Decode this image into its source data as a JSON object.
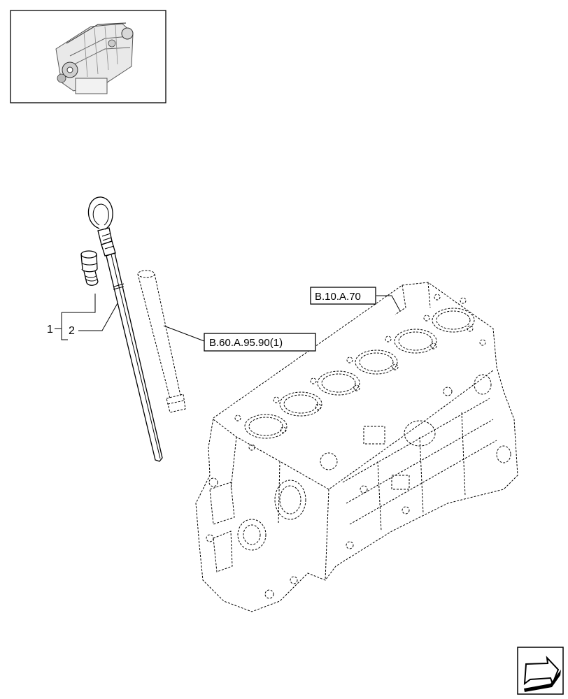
{
  "callouts": {
    "item_1": "1",
    "item_2": "2"
  },
  "references": {
    "dipstick_tube_ref": "B.60.A.95.90(1)",
    "engine_block_ref": "B.10.A.70"
  },
  "icons": {
    "thumbnail": "engine-thumbnail-icon",
    "navigation": "next-page-arrow-icon"
  }
}
